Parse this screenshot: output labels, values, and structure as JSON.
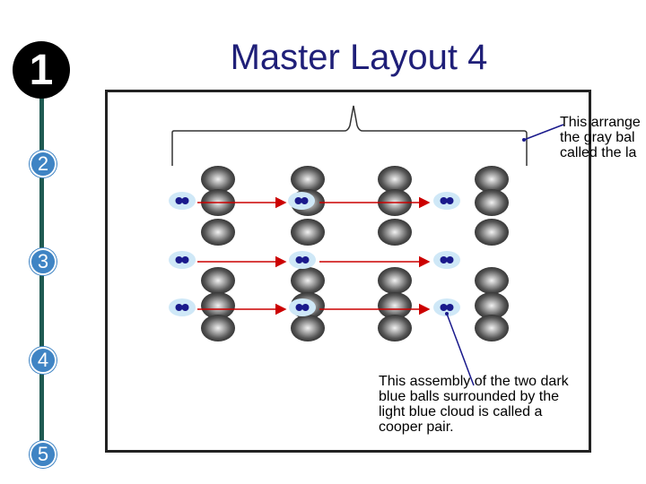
{
  "slide": {
    "title": "Master Layout 4"
  },
  "nav": {
    "steps": [
      "1",
      "2",
      "3",
      "4",
      "5"
    ],
    "active": "1"
  },
  "captions": {
    "lattice": "This arrange\nthe gray bal\ncalled the la",
    "pair": "This assembly of the two dark blue balls surrounded by the light blue cloud is called a cooper pair."
  },
  "colors": {
    "title": "#1f1f78",
    "nav_line": "#1f5a52",
    "step_bubble": "#3f84c4",
    "arrow": "#cc0000",
    "electron": "#1a1a8c",
    "cloud": "#cfe8f7"
  },
  "lattice": {
    "columns": 4,
    "rows": 6
  },
  "cooper_rows": 3
}
